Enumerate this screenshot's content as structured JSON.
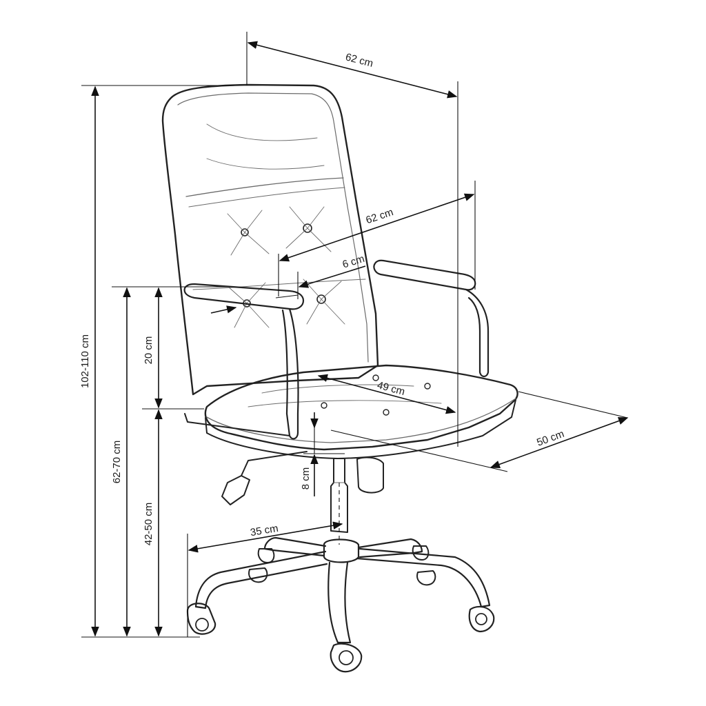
{
  "dimensions": {
    "top_width": "62 cm",
    "arm_width": "62 cm",
    "arm_thickness": "6 cm",
    "seat_depth": "49 cm",
    "seat_width": "50 cm",
    "gas_lift": "8 cm",
    "base_radius": "35 cm",
    "total_height": "102-110 cm",
    "arm_height": "62-70 cm",
    "armrest_above_seat": "20 cm",
    "seat_height": "42-50 cm"
  },
  "style": {
    "line_color": "#222222",
    "background": "#ffffff"
  }
}
